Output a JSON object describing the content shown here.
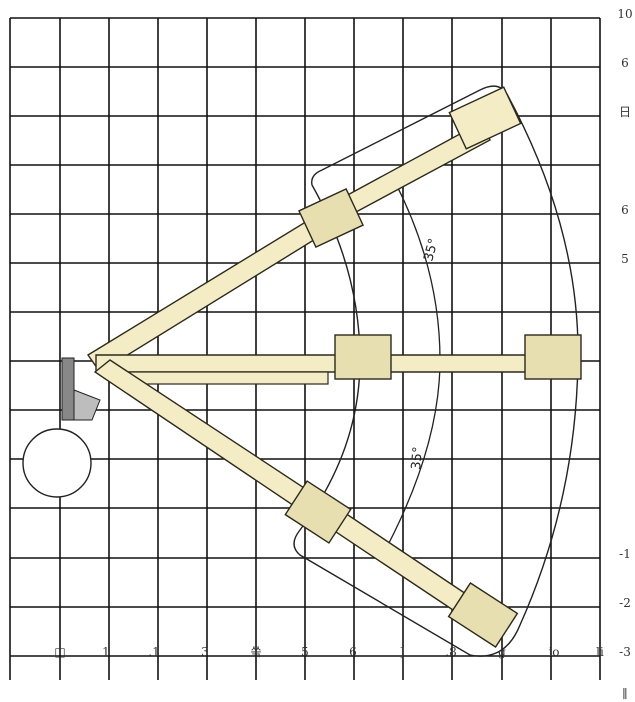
{
  "x_axis_labels": [
    "□",
    "1",
    ".1",
    "3",
    "쓱",
    "5",
    "6",
    "]",
    ".8",
    "g",
    "io",
    "li"
  ],
  "y_axis_labels": [
    "10",
    "6",
    "日",
    "6",
    "5",
    "-1",
    "-2",
    "-3",
    "∥"
  ],
  "annotations": [
    "35°",
    "35°"
  ],
  "colors": {
    "boom_fill": "#f3ecc4",
    "boom_stroke": "#2a2a1c",
    "grid": "#111111",
    "background": "#ffffff"
  }
}
